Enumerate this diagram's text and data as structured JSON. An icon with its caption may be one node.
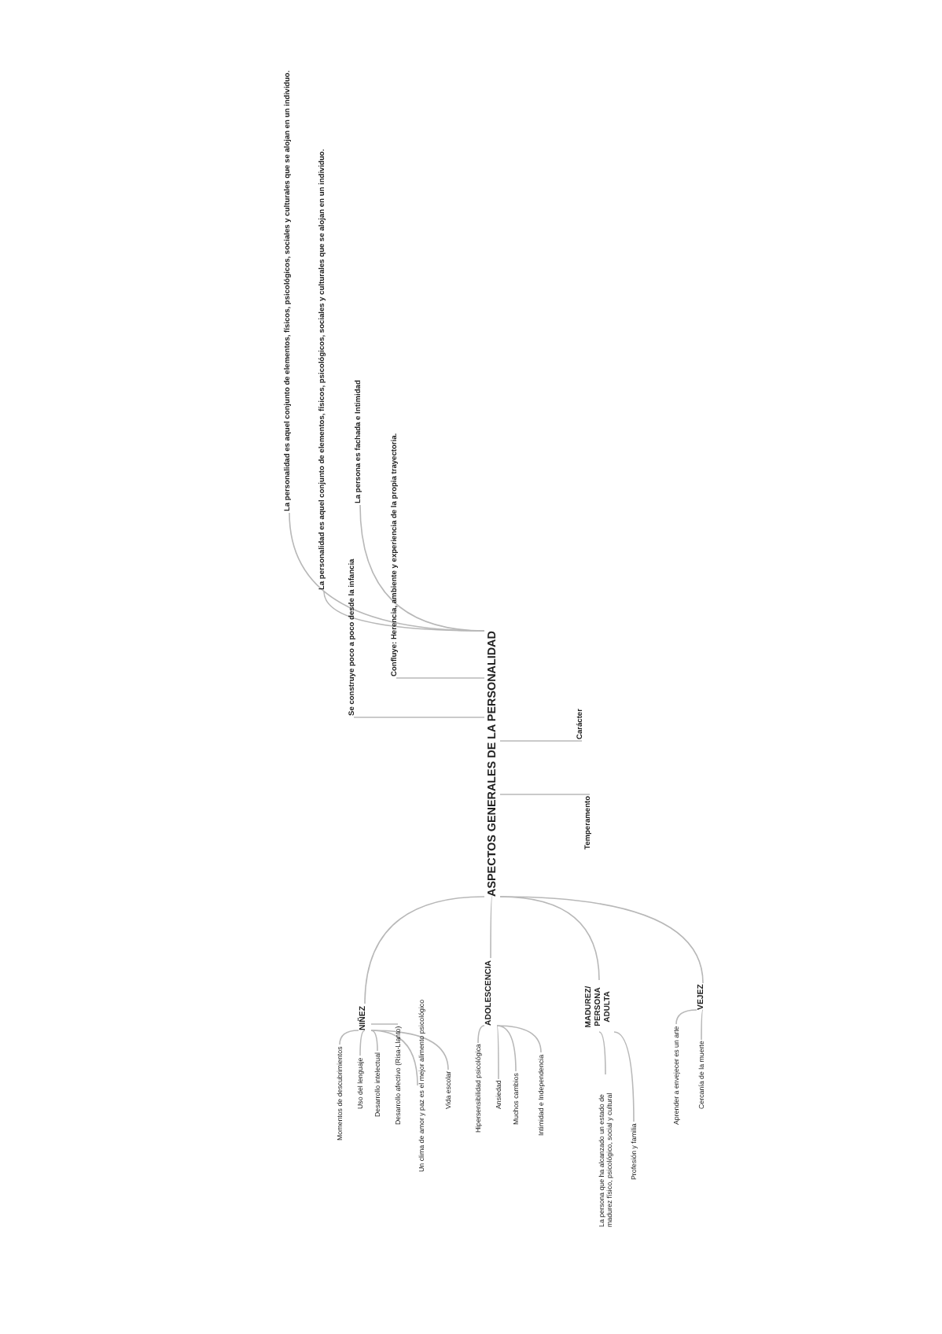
{
  "diagram": {
    "nodes": [
      {
        "text": [
          "ASPECTOS GENERALES DE LA PERSONALIDAD"
        ]
      },
      {
        "text": [
          "Se construye poco a poco desde la infancia"
        ]
      },
      {
        "text": [
          "Confluye: Herencia, ambiente y experiencia de la propia trayectoria."
        ]
      },
      {
        "text": [
          "La persona es fachada e Intimidad"
        ]
      },
      {
        "text": [
          "La personalidad es aquel conjunto de elementos, físicos, psicológicos, sociales y culturales que se alojan en un individuo."
        ]
      },
      {
        "text": [
          "La personalidad es aquel conjunto de elementos, físicos, psicológicos, sociales y culturales que se alojan en un individuo."
        ]
      },
      {
        "text": [
          "Carácter"
        ]
      },
      {
        "text": [
          "Temperamento"
        ]
      },
      {
        "text": [
          "NIÑEZ"
        ]
      },
      {
        "text": [
          "ADOLESCENCIA"
        ]
      },
      {
        "text": [
          "MADUREZ/ PERSONA ADULTA"
        ]
      },
      {
        "text": [
          "VEJEZ"
        ]
      },
      {
        "text": [
          "Momentos de descubrimientos"
        ]
      },
      {
        "text": [
          "Uso del lenguaje"
        ]
      },
      {
        "text": [
          "Desarrollo intelectual"
        ]
      },
      {
        "text": [
          "Desarrollo afectivo (Risa-Llanto)"
        ]
      },
      {
        "text": [
          "Un clima de amor y paz es el mejor alimento psicológico"
        ]
      },
      {
        "text": [
          "Vida escolar"
        ]
      },
      {
        "text": [
          "Hipersensibilidad psicológica"
        ]
      },
      {
        "text": [
          "Ansiedad"
        ]
      },
      {
        "text": [
          "Muchos cambios"
        ]
      },
      {
        "text": [
          "Intimidad e Independencia"
        ]
      },
      {
        "text": [
          "La persona que ha alcanzado un estado de madurez físico, psicológico, social y cultural"
        ]
      },
      {
        "text": [
          "Profesión y familia"
        ]
      },
      {
        "text": [
          "Aprender a envejecer es un arte"
        ]
      },
      {
        "text": [
          "Cercanía de la muerte"
        ]
      }
    ],
    "edges": [
      {
        "from": 0,
        "to": 1,
        "arrow": "none"
      },
      {
        "from": 0,
        "to": 2,
        "arrow": "none"
      },
      {
        "from": 0,
        "to": 3,
        "arrow": "none"
      },
      {
        "from": 0,
        "to": 4,
        "arrow": "none"
      },
      {
        "from": 0,
        "to": 5,
        "arrow": "none"
      },
      {
        "from": 0,
        "to": 6,
        "arrow": "none"
      },
      {
        "from": 0,
        "to": 7,
        "arrow": "none"
      },
      {
        "from": 0,
        "to": 8,
        "arrow": "none"
      },
      {
        "from": 0,
        "to": 9,
        "arrow": "none"
      },
      {
        "from": 0,
        "to": 10,
        "arrow": "none"
      },
      {
        "from": 0,
        "to": 11,
        "arrow": "none"
      },
      {
        "from": 8,
        "to": 12,
        "arrow": "none"
      },
      {
        "from": 8,
        "to": 13,
        "arrow": "none"
      },
      {
        "from": 8,
        "to": 14,
        "arrow": "none"
      },
      {
        "from": 8,
        "to": 15,
        "arrow": "none"
      },
      {
        "from": 8,
        "to": 16,
        "arrow": "none"
      },
      {
        "from": 8,
        "to": 17,
        "arrow": "none"
      },
      {
        "from": 9,
        "to": 18,
        "arrow": "none"
      },
      {
        "from": 9,
        "to": 19,
        "arrow": "none"
      },
      {
        "from": 9,
        "to": 20,
        "arrow": "none"
      },
      {
        "from": 9,
        "to": 21,
        "arrow": "none"
      },
      {
        "from": 10,
        "to": 22,
        "arrow": "none"
      },
      {
        "from": 10,
        "to": 23,
        "arrow": "none"
      },
      {
        "from": 11,
        "to": 24,
        "arrow": "none"
      },
      {
        "from": 11,
        "to": 25,
        "arrow": "none"
      }
    ]
  }
}
